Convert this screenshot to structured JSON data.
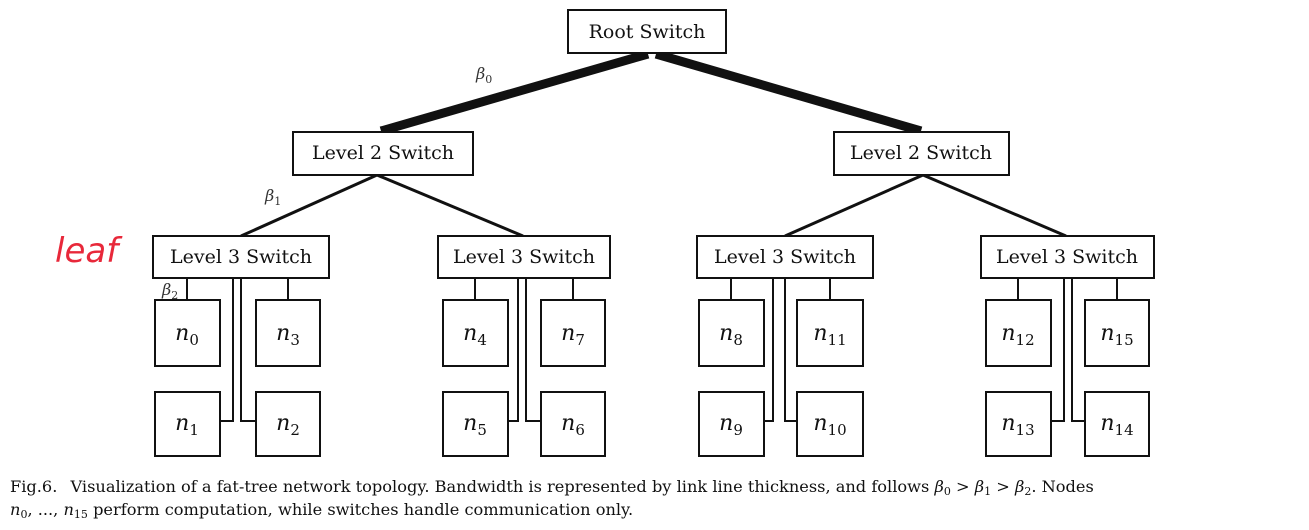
{
  "diagram": {
    "root": {
      "label": "Root Switch"
    },
    "level2": [
      {
        "label": "Level 2 Switch"
      },
      {
        "label": "Level 2 Switch"
      }
    ],
    "level3": [
      {
        "label": "Level 3 Switch",
        "nodes": [
          {
            "var": "n",
            "sub": "0"
          },
          {
            "var": "n",
            "sub": "3"
          },
          {
            "var": "n",
            "sub": "1"
          },
          {
            "var": "n",
            "sub": "2"
          }
        ]
      },
      {
        "label": "Level 3 Switch",
        "nodes": [
          {
            "var": "n",
            "sub": "4"
          },
          {
            "var": "n",
            "sub": "7"
          },
          {
            "var": "n",
            "sub": "5"
          },
          {
            "var": "n",
            "sub": "6"
          }
        ]
      },
      {
        "label": "Level 3 Switch",
        "nodes": [
          {
            "var": "n",
            "sub": "8"
          },
          {
            "var": "n",
            "sub": "11"
          },
          {
            "var": "n",
            "sub": "9"
          },
          {
            "var": "n",
            "sub": "10"
          }
        ]
      },
      {
        "label": "Level 3 Switch",
        "nodes": [
          {
            "var": "n",
            "sub": "12"
          },
          {
            "var": "n",
            "sub": "15"
          },
          {
            "var": "n",
            "sub": "13"
          },
          {
            "var": "n",
            "sub": "14"
          }
        ]
      }
    ],
    "bandwidth_labels": [
      {
        "var": "β",
        "sub": "0"
      },
      {
        "var": "β",
        "sub": "1"
      },
      {
        "var": "β",
        "sub": "2"
      }
    ],
    "annotation": {
      "text": "leaf",
      "color": "#e8283a"
    }
  },
  "caption": {
    "fig_label": "Fig.6.",
    "line1_text": "Visualization of a fat-tree network topology. Bandwidth is represented by link line thickness, and follows",
    "inequality": {
      "a": "0",
      "b": "1",
      "c": "2",
      "var": "β",
      "op": ">"
    },
    "line1_end": ". Nodes",
    "range": {
      "var": "n",
      "first": "0",
      "sep": ", ..., ",
      "last": "15"
    },
    "line2_text": "perform computation, while switches handle communication only."
  }
}
